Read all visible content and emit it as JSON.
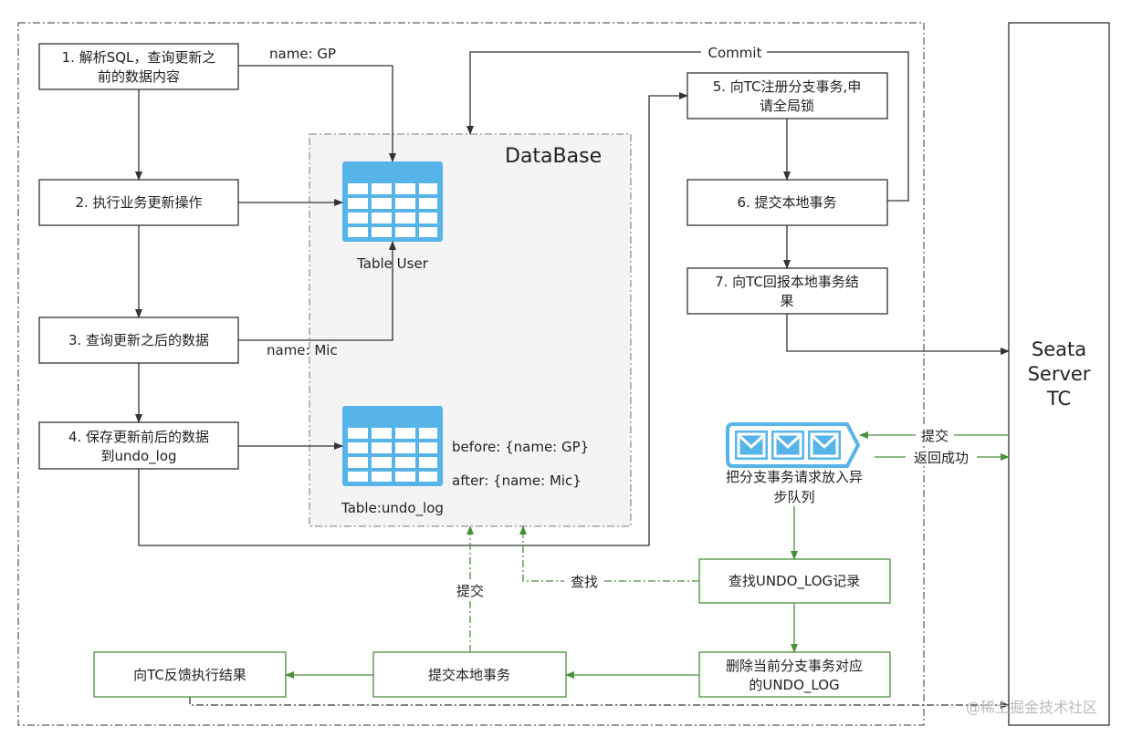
{
  "colors": {
    "black_line": "#333333",
    "green_line": "#4a8f3a",
    "table_icon": "#56b4e9",
    "db_bg": "#f4f4f4"
  },
  "steps": {
    "s1": [
      "1. 解析SQL，查询更新之",
      "前的数据内容"
    ],
    "s2": "2. 执行业务更新操作",
    "s3": "3. 查询更新之后的数据",
    "s4": [
      "4. 保存更新前后的数据",
      "到undo_log"
    ],
    "s5": [
      "5. 向TC注册分支事务,申",
      "请全局锁"
    ],
    "s6": "6. 提交本地事务",
    "s7": [
      "7. 向TC回报本地事务结",
      "果"
    ]
  },
  "labels": {
    "name_gp": "name: GP",
    "name_mic": "name: Mic",
    "commit": "Commit"
  },
  "database": {
    "title": "DataBase",
    "table_user": "Table  User",
    "table_undo": "Table:undo_log",
    "before": "before:   {name: GP}",
    "after": "after:   {name: Mic}"
  },
  "server": [
    "Seata",
    "Server",
    "TC"
  ],
  "phase2": {
    "submit": "提交",
    "return_ok": "返回成功",
    "queue": [
      "把分支事务请求放入异",
      "步队列"
    ],
    "find_undo": "查找UNDO_LOG记录",
    "delete_undo": [
      "删除当前分支事务对应",
      "的UNDO_LOG"
    ],
    "commit_local": "提交本地事务",
    "feedback": "向TC反馈执行结果",
    "find_label": "查找",
    "submit_label": "提交"
  },
  "watermark": "@稀土掘金技术社区"
}
